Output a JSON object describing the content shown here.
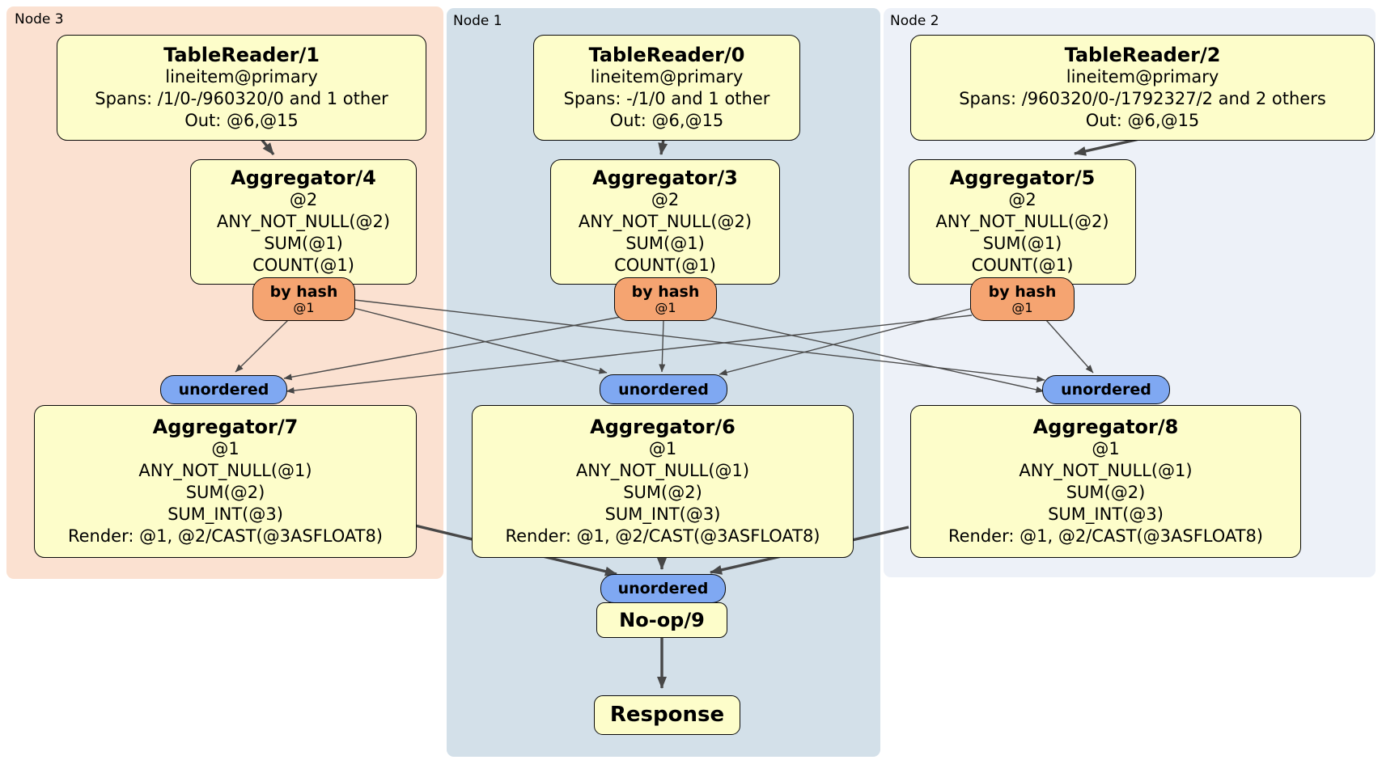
{
  "regions": {
    "node3": {
      "label": "Node 3"
    },
    "node1": {
      "label": "Node 1"
    },
    "node2": {
      "label": "Node 2"
    }
  },
  "nodes": {
    "tr1": {
      "title": "TableReader/1",
      "lines": [
        "lineitem@primary",
        "Spans: /1/0-/960320/0 and 1 other",
        "Out: @6,@15"
      ]
    },
    "tr0": {
      "title": "TableReader/0",
      "lines": [
        "lineitem@primary",
        "Spans: -/1/0 and 1 other",
        "Out: @6,@15"
      ]
    },
    "tr2": {
      "title": "TableReader/2",
      "lines": [
        "lineitem@primary",
        "Spans: /960320/0-/1792327/2 and 2 others",
        "Out: @6,@15"
      ]
    },
    "agg4": {
      "title": "Aggregator/4",
      "lines": [
        "@2",
        "ANY_NOT_NULL(@2)",
        "SUM(@1)",
        "COUNT(@1)"
      ]
    },
    "agg3": {
      "title": "Aggregator/3",
      "lines": [
        "@2",
        "ANY_NOT_NULL(@2)",
        "SUM(@1)",
        "COUNT(@1)"
      ]
    },
    "agg5": {
      "title": "Aggregator/5",
      "lines": [
        "@2",
        "ANY_NOT_NULL(@2)",
        "SUM(@1)",
        "COUNT(@1)"
      ]
    },
    "agg7": {
      "title": "Aggregator/7",
      "lines": [
        "@1",
        "ANY_NOT_NULL(@1)",
        "SUM(@2)",
        "SUM_INT(@3)",
        "Render: @1, @2/CAST(@3ASFLOAT8)"
      ]
    },
    "agg6": {
      "title": "Aggregator/6",
      "lines": [
        "@1",
        "ANY_NOT_NULL(@1)",
        "SUM(@2)",
        "SUM_INT(@3)",
        "Render: @1, @2/CAST(@3ASFLOAT8)"
      ]
    },
    "agg8": {
      "title": "Aggregator/8",
      "lines": [
        "@1",
        "ANY_NOT_NULL(@1)",
        "SUM(@2)",
        "SUM_INT(@3)",
        "Render: @1, @2/CAST(@3ASFLOAT8)"
      ]
    },
    "noop": {
      "title": "No-op/9"
    },
    "response": {
      "title": "Response"
    }
  },
  "routers": {
    "r4": {
      "label": "by hash",
      "detail": "@1"
    },
    "r3": {
      "label": "by hash",
      "detail": "@1"
    },
    "r5": {
      "label": "by hash",
      "detail": "@1"
    }
  },
  "syncs": {
    "s7": {
      "label": "unordered"
    },
    "s6": {
      "label": "unordered"
    },
    "s8": {
      "label": "unordered"
    },
    "s9": {
      "label": "unordered"
    }
  },
  "edges": [
    {
      "from": "TableReader/1",
      "to": "Aggregator/4"
    },
    {
      "from": "TableReader/0",
      "to": "Aggregator/3"
    },
    {
      "from": "TableReader/2",
      "to": "Aggregator/5"
    },
    {
      "from": "Aggregator/4 by hash",
      "to": "unordered (Node 3)"
    },
    {
      "from": "Aggregator/4 by hash",
      "to": "unordered (Node 1)"
    },
    {
      "from": "Aggregator/4 by hash",
      "to": "unordered (Node 2)"
    },
    {
      "from": "Aggregator/3 by hash",
      "to": "unordered (Node 3)"
    },
    {
      "from": "Aggregator/3 by hash",
      "to": "unordered (Node 1)"
    },
    {
      "from": "Aggregator/3 by hash",
      "to": "unordered (Node 2)"
    },
    {
      "from": "Aggregator/5 by hash",
      "to": "unordered (Node 3)"
    },
    {
      "from": "Aggregator/5 by hash",
      "to": "unordered (Node 1)"
    },
    {
      "from": "Aggregator/5 by hash",
      "to": "unordered (Node 2)"
    },
    {
      "from": "Aggregator/7",
      "to": "unordered (final)"
    },
    {
      "from": "Aggregator/6",
      "to": "unordered (final)"
    },
    {
      "from": "Aggregator/8",
      "to": "unordered (final)"
    },
    {
      "from": "No-op/9",
      "to": "Response"
    }
  ],
  "colors": {
    "node3_bg": "#fbe1d1",
    "node1_bg": "#d3e0e9",
    "node2_bg": "#edf1f8",
    "processor_fill": "#fdfdca",
    "router_fill": "#f5a471",
    "sync_fill": "#7fa8f2",
    "border": "#0a0a0a",
    "edge": "#474747"
  }
}
